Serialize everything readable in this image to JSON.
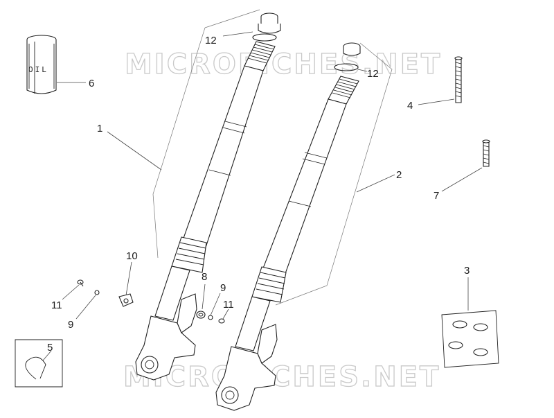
{
  "watermark": {
    "text": "MICROFICHES.NET"
  },
  "oil_label": "OIL",
  "callouts": {
    "c1": "1",
    "c2": "2",
    "c3": "3",
    "c4": "4",
    "c5": "5",
    "c6": "6",
    "c7": "7",
    "c8": "8",
    "c9a": "9",
    "c9b": "9",
    "c10": "10",
    "c11a": "11",
    "c11b": "11",
    "c12a": "12",
    "c12b": "12"
  }
}
